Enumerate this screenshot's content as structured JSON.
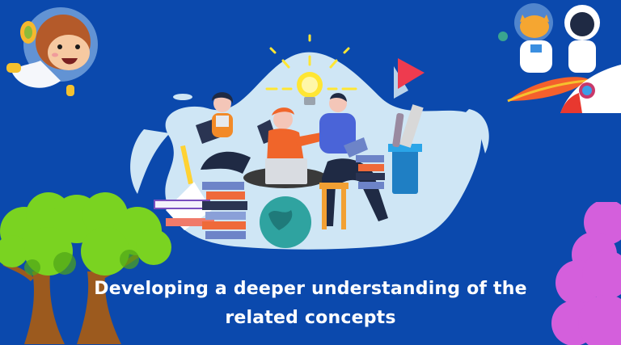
{
  "slide": {
    "background_color": "#0b49ad",
    "caption": {
      "line1": "Developing a deeper understanding of the",
      "line2": "related concepts",
      "color": "#ffffff"
    },
    "illustrations": {
      "top_left": "monkey-astronaut",
      "top_right": "cat-and-astronaut-on-surfboard-and-rocket",
      "center": "students-studying-with-lightbulb-idea",
      "bottom_left": "two-trees",
      "bottom_right": "pink-cloud"
    },
    "colors": {
      "blob": "#cfe6f5",
      "lightbulb": "#ffe633",
      "play_button": "#ee3b4f",
      "tree_leaves": "#7ad321",
      "tree_trunk": "#9c5a1e",
      "cloud": "#d45fdc"
    }
  }
}
